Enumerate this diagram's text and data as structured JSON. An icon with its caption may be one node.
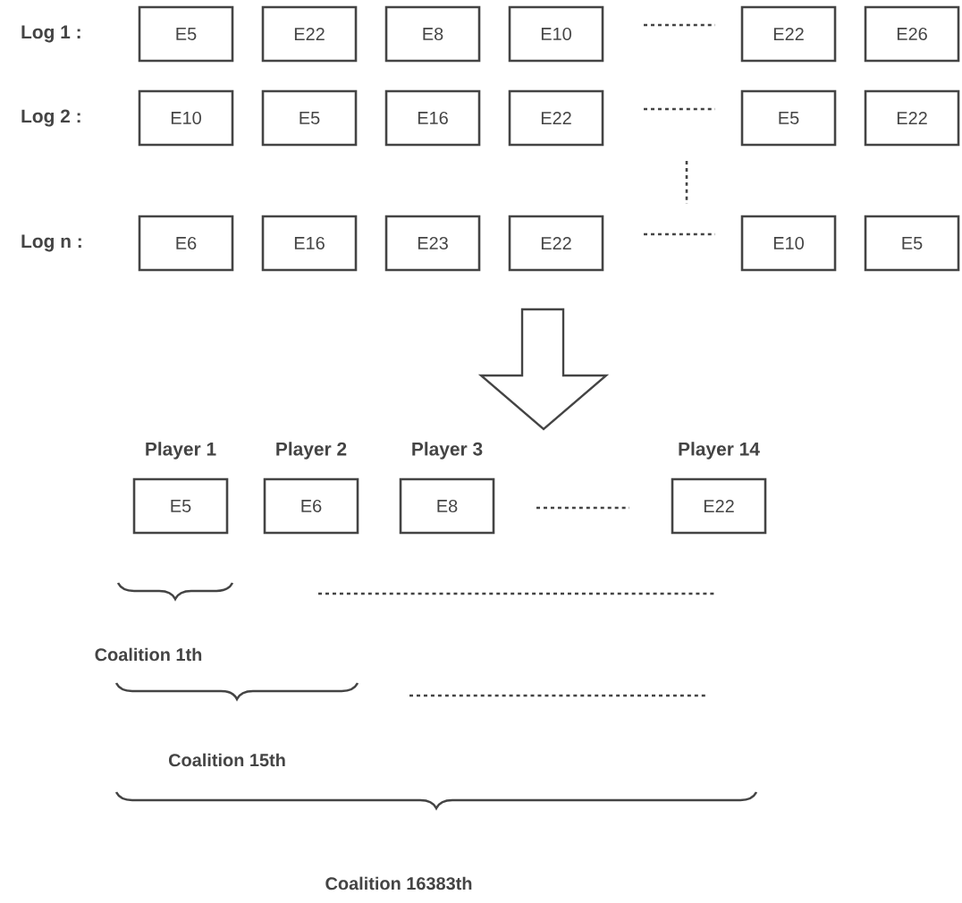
{
  "diagram": {
    "nodes": [
      {
        "text": [
          "E5"
        ]
      },
      {
        "text": [
          "E22"
        ]
      },
      {
        "text": [
          "E8"
        ]
      },
      {
        "text": [
          "E10"
        ]
      },
      {
        "text": [
          "E22"
        ]
      },
      {
        "text": [
          "E26"
        ]
      },
      {
        "text": [
          "E10"
        ]
      },
      {
        "text": [
          "E5"
        ]
      },
      {
        "text": [
          "E16"
        ]
      },
      {
        "text": [
          "E22"
        ]
      },
      {
        "text": [
          "E5"
        ]
      },
      {
        "text": [
          "E22"
        ]
      },
      {
        "text": [
          "E6"
        ]
      },
      {
        "text": [
          "E16"
        ]
      },
      {
        "text": [
          "E23"
        ]
      },
      {
        "text": [
          "E22"
        ]
      },
      {
        "text": [
          "E10"
        ]
      },
      {
        "text": [
          "E5"
        ]
      },
      {
        "text": [
          "Player 1",
          "E5"
        ]
      },
      {
        "text": [
          "Player 2",
          "E6"
        ]
      },
      {
        "text": [
          "Player 3",
          "E8"
        ]
      },
      {
        "text": [
          "Player 14",
          "E22"
        ]
      }
    ],
    "labels": [
      "Log 1 :",
      "Log 2 :",
      "Log n :",
      "Coalition 1th",
      "Coalition 15th",
      "Coalition 16383th"
    ]
  }
}
